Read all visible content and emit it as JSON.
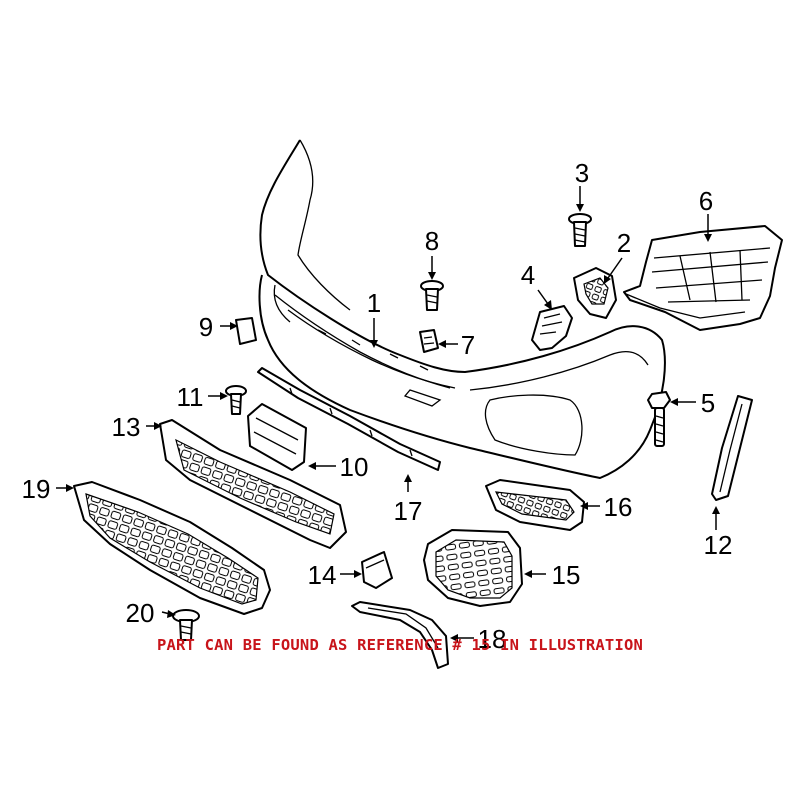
{
  "callouts": [
    {
      "id": "1",
      "label": "1"
    },
    {
      "id": "2",
      "label": "2"
    },
    {
      "id": "3",
      "label": "3"
    },
    {
      "id": "4",
      "label": "4"
    },
    {
      "id": "5",
      "label": "5"
    },
    {
      "id": "6",
      "label": "6"
    },
    {
      "id": "7",
      "label": "7"
    },
    {
      "id": "8",
      "label": "8"
    },
    {
      "id": "9",
      "label": "9"
    },
    {
      "id": "10",
      "label": "10"
    },
    {
      "id": "11",
      "label": "11"
    },
    {
      "id": "12",
      "label": "12"
    },
    {
      "id": "13",
      "label": "13"
    },
    {
      "id": "14",
      "label": "14"
    },
    {
      "id": "15",
      "label": "15"
    },
    {
      "id": "16",
      "label": "16"
    },
    {
      "id": "17",
      "label": "17"
    },
    {
      "id": "18",
      "label": "18"
    },
    {
      "id": "19",
      "label": "19"
    },
    {
      "id": "20",
      "label": "20"
    }
  ],
  "note": "PART CAN BE FOUND AS REFERENCE # 15 IN ILLUSTRATION",
  "colors": {
    "line": "#000000",
    "note": "#c8141a",
    "background": "#ffffff"
  }
}
